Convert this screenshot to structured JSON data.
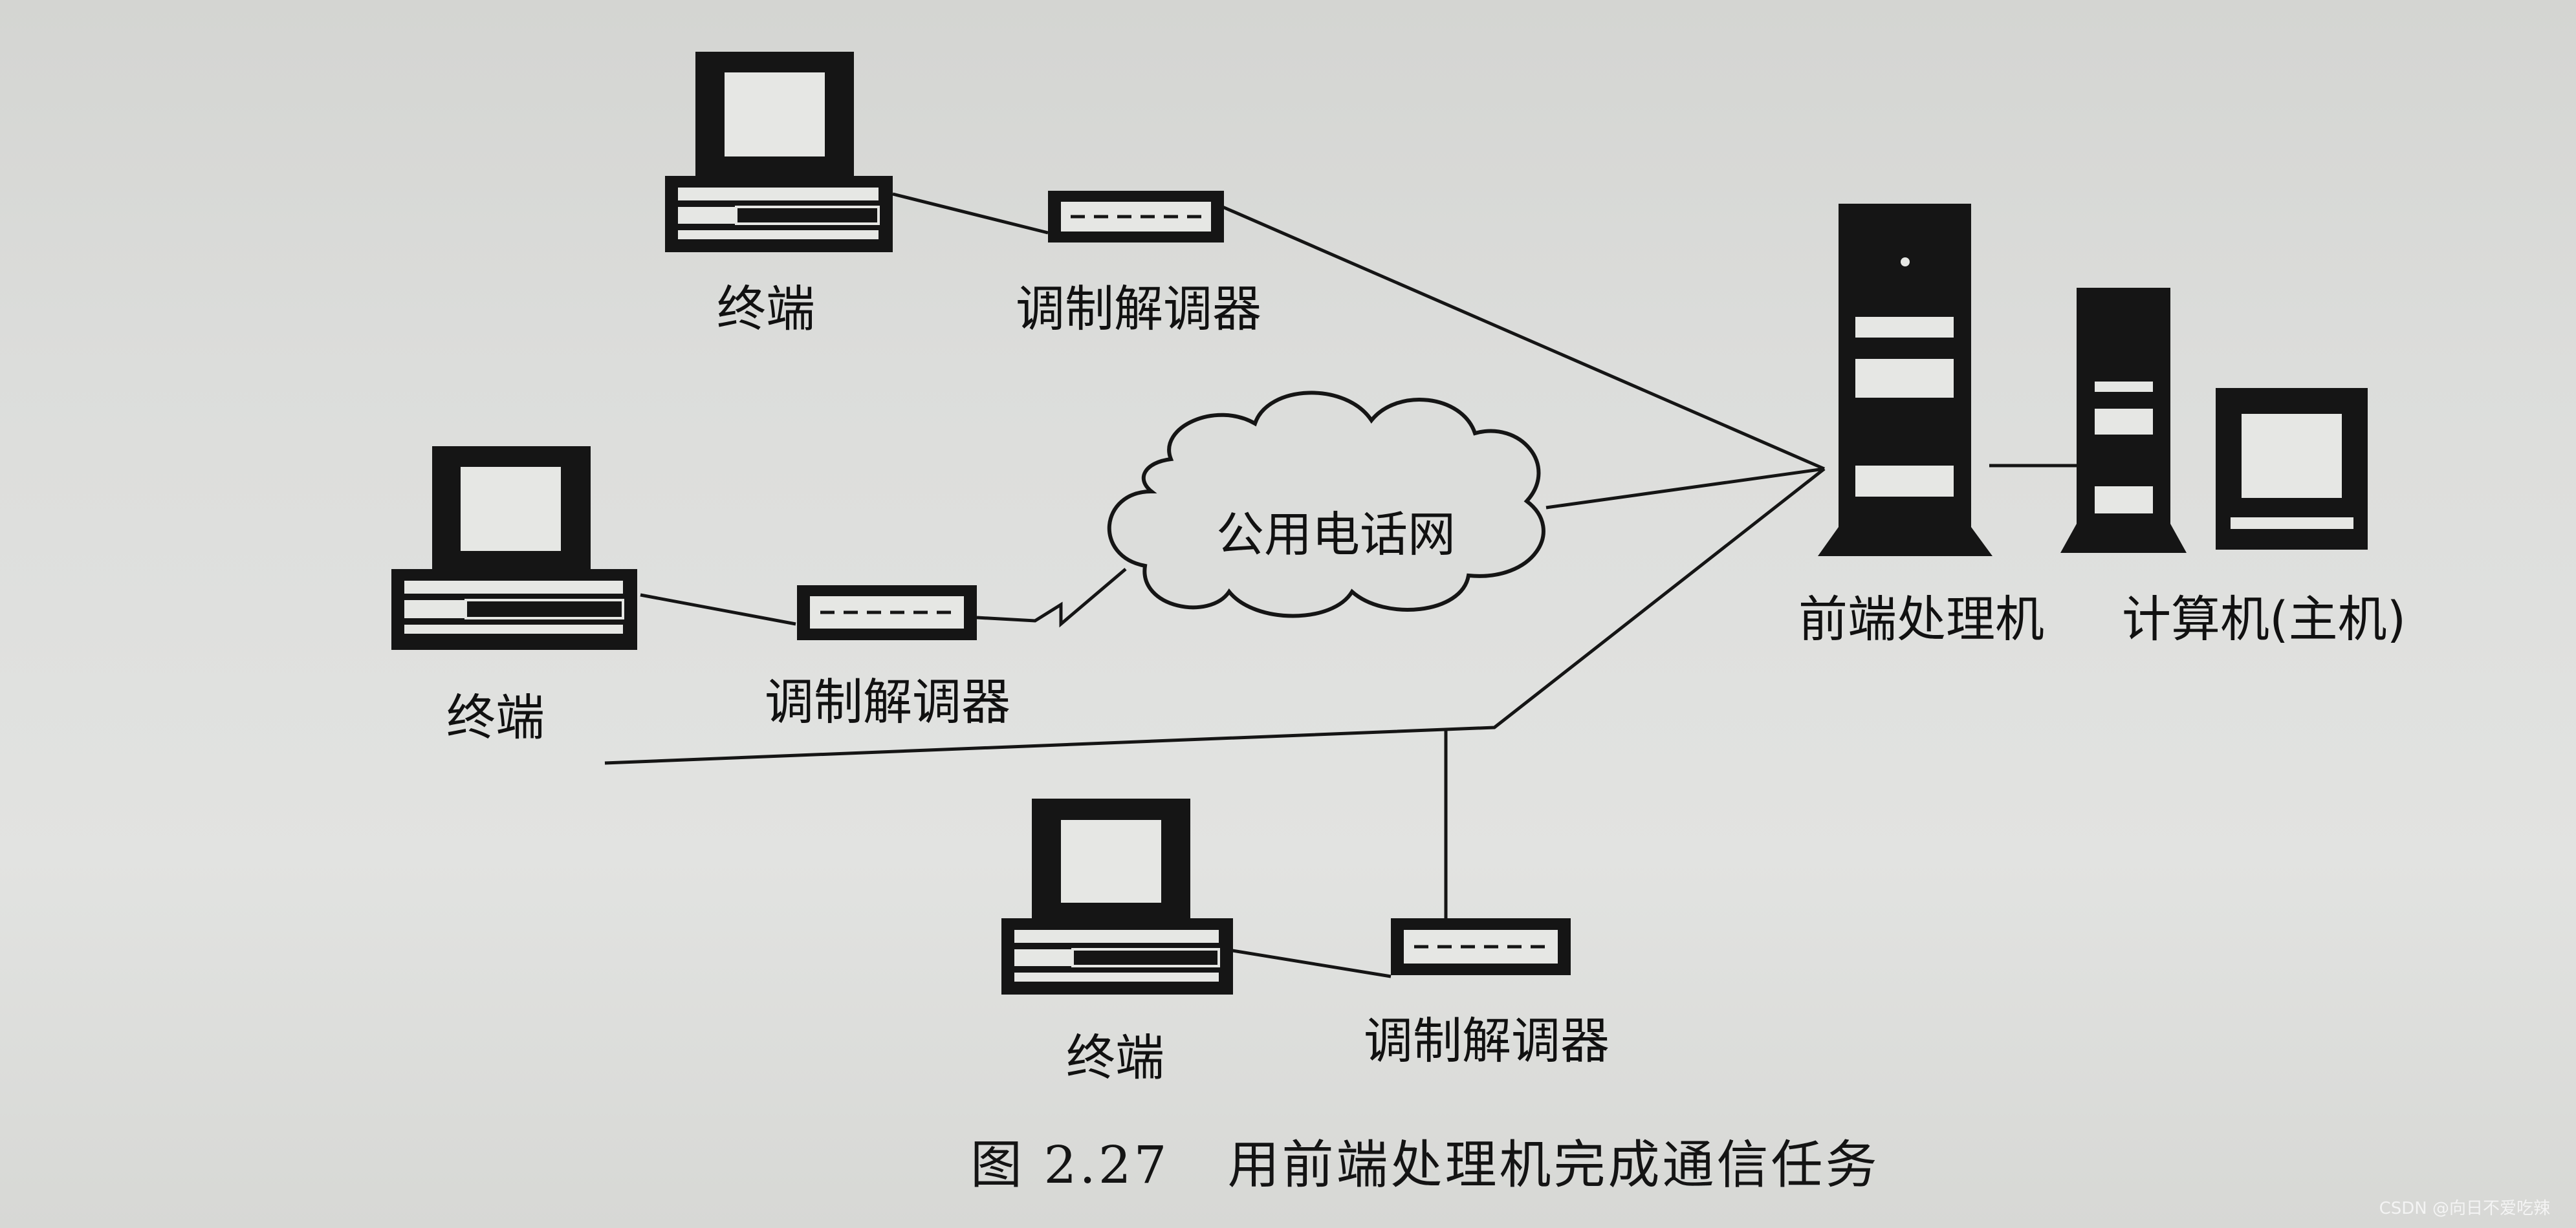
{
  "labels": {
    "terminal": "终端",
    "modem": "调制解调器",
    "network": "公用电话网",
    "front_end_processor": "前端处理机",
    "host": "计算机(主机)"
  },
  "caption": {
    "figure_number": "图 2.27",
    "title": "用前端处理机完成通信任务"
  },
  "watermark": "CSDN @向日不爱吃辣",
  "colors": {
    "ink": "#111111",
    "paper": "#dcdddb",
    "screen": "#e6e7e4"
  }
}
